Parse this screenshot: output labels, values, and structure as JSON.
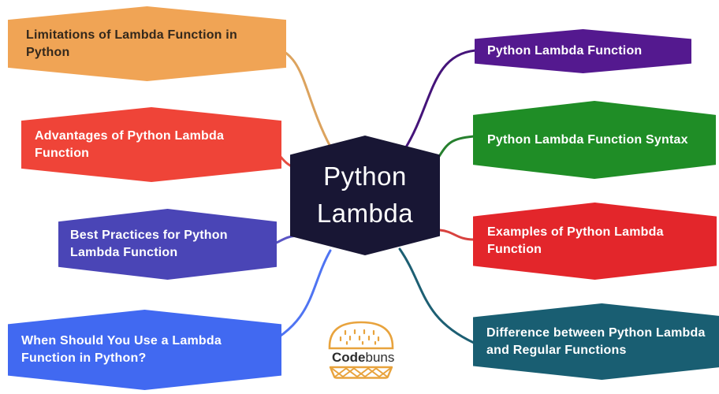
{
  "app": {
    "background": "#ffffff",
    "description": "Python Lambda mind map"
  },
  "center_node": {
    "label": "Python Lambda",
    "fill": "#181634",
    "text_color": "#ffffff"
  },
  "nodes": [
    {
      "id": "limitations",
      "label": "Limitations of Lambda Function in Python",
      "fill": "#f0a455",
      "text_color": "#33281c",
      "connector_color": "#dca35e"
    },
    {
      "id": "advantages",
      "label": "Advantages of Python Lambda Function",
      "fill": "#ef4438",
      "text_color": "#ffffff",
      "connector_color": "#e44c41"
    },
    {
      "id": "best_practices",
      "label": "Best Practices for Python Lambda Function",
      "fill": "#4a45b6",
      "text_color": "#ffffff",
      "connector_color": "#5a55c4"
    },
    {
      "id": "when_should",
      "label": "When Should You Use a Lambda Function in Python?",
      "fill": "#4169f1",
      "text_color": "#ffffff",
      "connector_color": "#4f74f2"
    },
    {
      "id": "plf",
      "label": "Python Lambda Function",
      "fill": "#54198f",
      "text_color": "#ffffff",
      "connector_color": "#45147a"
    },
    {
      "id": "syntax",
      "label": "Python Lambda Function Syntax",
      "fill": "#1f8d26",
      "text_color": "#ffffff",
      "connector_color": "#26802e"
    },
    {
      "id": "examples",
      "label": "Examples of Python Lambda Function",
      "fill": "#e3262b",
      "text_color": "#ffffff",
      "connector_color": "#d8423f"
    },
    {
      "id": "difference",
      "label": "Difference between Python Lambda and Regular Functions",
      "fill": "#195e72",
      "text_color": "#ffffff",
      "connector_color": "#1d5f73"
    }
  ],
  "logo": {
    "text_bold": "Code",
    "text_regular": "buns",
    "accent": "#e8a33d",
    "text_color": "#2d2d2d"
  }
}
